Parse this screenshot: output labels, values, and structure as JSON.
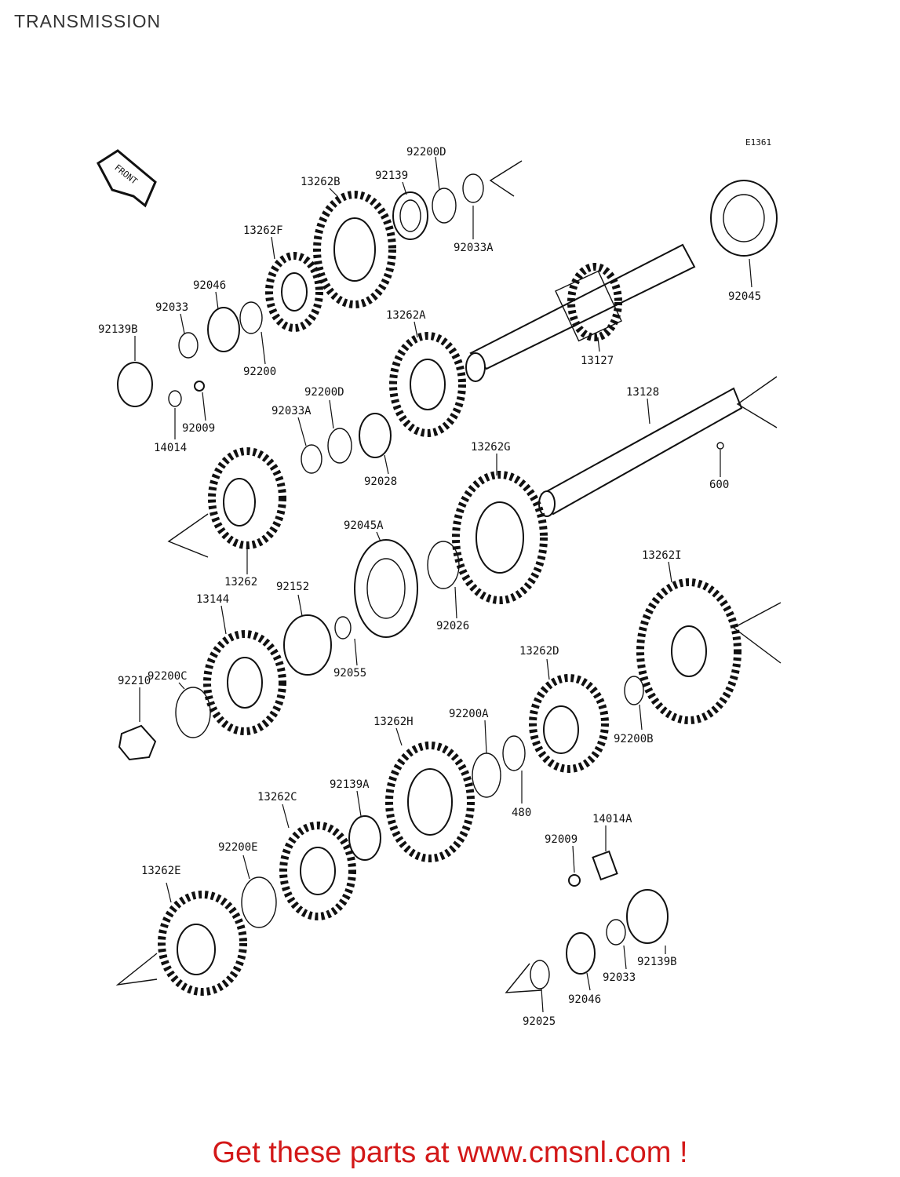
{
  "title": "TRANSMISSION",
  "diagram_code": "E1361",
  "front_label": "FRONT",
  "parts": {
    "p92200D_top": "92200D",
    "p92139": "92139",
    "p13262B": "13262B",
    "p92033A_top": "92033A",
    "p13262F": "13262F",
    "p92046_top": "92046",
    "p92033_top": "92033",
    "p92139B_top": "92139B",
    "p92200": "92200",
    "p92045": "92045",
    "p13262A": "13262A",
    "p13127": "13127",
    "p92009_top": "92009",
    "p14014": "14014",
    "p92200D_mid": "92200D",
    "p92033A_mid": "92033A",
    "p13128": "13128",
    "p92028": "92028",
    "p13262G": "13262G",
    "p600": "600",
    "p92045A": "92045A",
    "p13262": "13262",
    "p92152": "92152",
    "p13144": "13144",
    "p92026": "92026",
    "p13262I": "13262I",
    "p92200C": "92200C",
    "p92055": "92055",
    "p13262D": "13262D",
    "p92210": "92210",
    "p13262H": "13262H",
    "p92200A": "92200A",
    "p92200B": "92200B",
    "p92139A": "92139A",
    "p480": "480",
    "p14014A": "14014A",
    "p13262C": "13262C",
    "p92009_bot": "92009",
    "p92200E": "92200E",
    "p13262E": "13262E",
    "p92033_bot": "92033",
    "p92139B_bot": "92139B",
    "p92046_bot": "92046",
    "p92025": "92025"
  },
  "cta": "Get these parts at www.cmsnl.com !",
  "colors": {
    "cta": "#d31818",
    "lines": "#111111"
  }
}
